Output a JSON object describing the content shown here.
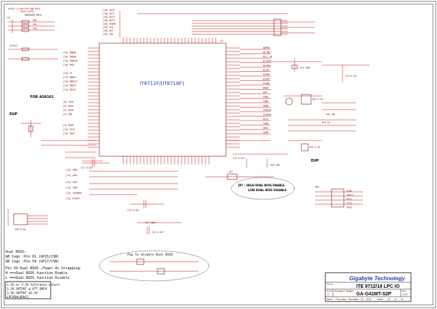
{
  "header_note": "VOS2 = LOW CPU FAN 50%",
  "header_note2": "HIGH 100%",
  "default_note": "DEFAULT 50%",
  "chip_label": "IT8712F/[IT8718F]",
  "chip_ref": "U7",
  "for_label": "FOR AS8161",
  "eup_label_left": "EUP",
  "eup_label_right": "EUP",
  "jp_note_line1": "JP7 : HIGH DUAL BIOS ENABLE",
  "jp_note_line2": "LOW DUAL BIOS DISABLE",
  "pop_note": "Pop to disable Dual BIOS",
  "dual_bios_title": "Dual BIOS:",
  "gb_logo_line1": "GB logo :Pin 61 (GP15/CSB)",
  "gb_logo_line2": "GB logo :Pin 59 (GP17/CSB)",
  "pin59_line": "Pin 59 Dual BIOS ,Power On Strapping:",
  "h_line": "H ==>Dual BIOS function Enable",
  "l_line": "L ==>Dual BIOS function Disable",
  "tolerance_box": [
    "1.2V or 3.3V tolerance select.",
    "1.2V OUTPUT @ VTT_GMCH",
    "3.3V OUTPUT @3.3V",
    "LPCPD#=VDVCC"
  ],
  "title_block": {
    "company": "Gigabyte Technology",
    "title_label": "Title",
    "title": "ITE 8712/18 LPC IO",
    "size_label": "Size",
    "size": "C",
    "doc_label": "Document Number",
    "doc_number": "GA-G41MT-S2P",
    "rev_label": "Rev",
    "rev": "1.31",
    "date_label": "Date:",
    "date": "Thursday, December 23, 2010",
    "sheet_label": "Sheet",
    "sheet": "24",
    "of_label": "of",
    "sheet_total": "53"
  },
  "top_left_nets": [
    "VCC",
    "PR2",
    "PR1",
    "PR3",
    "SYSVCC"
  ],
  "left_nets": [
    "[39] PWR8#",
    "[39] PMSR#",
    "[39] PANDIN",
    "[39] PMTL",
    "[16] TS",
    "[14] KBDAT",
    "[14] KBDCLK",
    "[14] MSDAT",
    "[14] MSCLK",
    "[8] TACH",
    "[9] RD1A",
    "[9] RD1B",
    "[9] RDP",
    "[9] SMIN",
    "[10] SCLK",
    "[10] SDAT"
  ],
  "right_nets": [
    "BDPHN",
    "BP_BK1",
    "BLTC_4#",
    "BL1MIN",
    "BL1MAX",
    "BLGPC",
    "BLGPD",
    "BLGPE",
    "VCORE",
    "DRAM",
    "AGP",
    "FAN1",
    "FAN2",
    "FAN3",
    "CPUFAN",
    "SYSFAN",
    "DISC",
    "THRM",
    "VREF",
    "TEMP"
  ],
  "top_nets": [
    "[28] DAT0",
    "[28] DAT1",
    "[28] DAT2",
    "[28] DAT3",
    "[28] FRAME",
    "[28] CLK",
    "[28] RST",
    "[28] SER"
  ],
  "bottom_nets": [
    "[24] LAD0",
    "[24] LAD1",
    "[24] LAD2",
    "[24] LAD3",
    "[24] LFRAME#",
    "[21] PCIRST"
  ],
  "cap_labels": [
    "C11 0.1uF",
    "C12 0.1uF",
    "C13 10uF",
    "C14 0.1uF",
    "C15 0.1uF"
  ],
  "res_labels": [
    "R41 4.7K",
    "R42 10K",
    "R43 1K",
    "R44 4.7K",
    "R45 10K",
    "R46 8.2K"
  ],
  "connector_ref": "RN4",
  "connector_pins": [
    "SIN2",
    "SOUT2",
    "RTS2",
    "CTS2",
    "DTR2"
  ],
  "jumper_ref": "JP7",
  "bottom_caps": [
    "C21 10pF",
    "C22 0.1uF"
  ]
}
